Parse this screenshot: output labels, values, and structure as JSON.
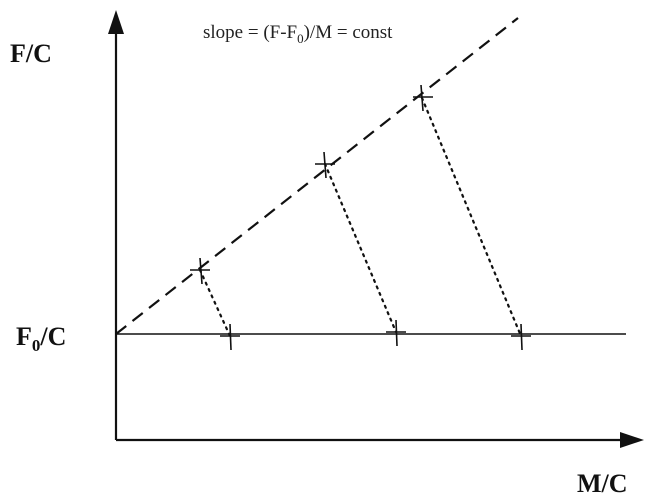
{
  "labels": {
    "y_axis": "F/C",
    "x_axis": "M/C",
    "baseline_main": "F",
    "baseline_sub": "0",
    "baseline_tail": "/C",
    "slope_prefix": "slope = (F-F",
    "slope_sub": "0",
    "slope_suffix": ")/M = const"
  },
  "colors": {
    "ink": "#111111"
  },
  "diagram": {
    "elements": [
      "y-axis-arrow",
      "x-axis-arrow",
      "baseline-F0-over-C",
      "dashed-slope-line",
      "three-dotted-drop-lines",
      "cross-markers-on-slope-line",
      "cross-markers-on-baseline"
    ]
  }
}
